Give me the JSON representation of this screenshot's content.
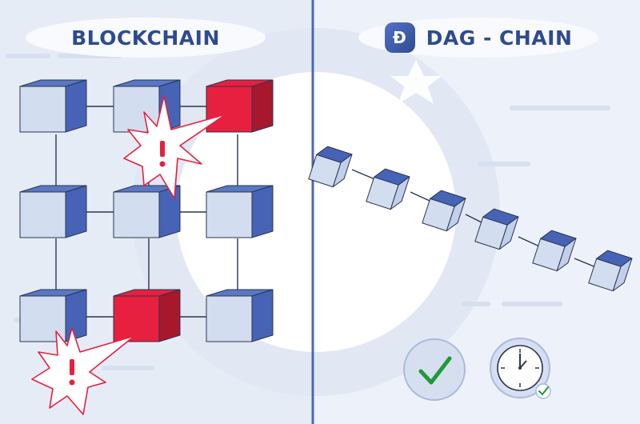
{
  "left_panel": {
    "title": "BLOCKCHAIN"
  },
  "right_panel": {
    "title": "DAG - CHAIN",
    "logo_glyph": "Đ"
  },
  "colors": {
    "background": "#e9eef7",
    "cube_face": "#d3ddf0",
    "cube_side": "#4663b5",
    "cube_top": "#5a77c4",
    "error_block": "#e8203f",
    "error_block_side": "#a8182c",
    "alert": "#e8203f",
    "check": "#1f9a3a",
    "title_text": "#2e4b8f"
  },
  "icons": [
    "warning-burst-icon",
    "checkmark-icon",
    "clock-icon",
    "small-check-badge-icon",
    "dag-logo-icon"
  ]
}
